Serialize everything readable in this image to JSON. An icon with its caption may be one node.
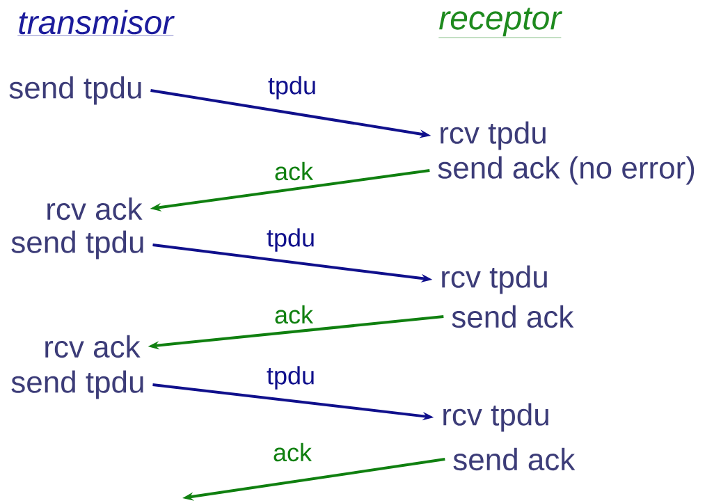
{
  "diagram": {
    "nodes": [
      {
        "text": [
          "send tpdu"
        ]
      },
      {
        "text": [
          "rcv tpdu"
        ]
      },
      {
        "text": [
          "send ack (no error)"
        ]
      },
      {
        "text": [
          "rcv ack"
        ]
      },
      {
        "text": [
          "send tpdu"
        ]
      },
      {
        "text": [
          "rcv tpdu"
        ]
      },
      {
        "text": [
          "send ack"
        ]
      },
      {
        "text": [
          "rcv ack"
        ]
      },
      {
        "text": [
          "send tpdu"
        ]
      },
      {
        "text": [
          "rcv tpdu"
        ]
      },
      {
        "text": [
          "send ack"
        ]
      }
    ],
    "edges": [
      {
        "from": 0,
        "to": 1,
        "arrow": "to",
        "label": "tpdu",
        "color": "#10108c"
      },
      {
        "from": 2,
        "to": 3,
        "arrow": "to",
        "label": "ack",
        "color": "#108010"
      },
      {
        "from": 4,
        "to": 5,
        "arrow": "to",
        "label": "tpdu",
        "color": "#10108c"
      },
      {
        "from": 6,
        "to": 7,
        "arrow": "to",
        "label": "ack",
        "color": "#108010"
      },
      {
        "from": 8,
        "to": 9,
        "arrow": "to",
        "label": "tpdu",
        "color": "#10108c"
      },
      {
        "from": 10,
        "to": null,
        "arrow": "to",
        "label": "ack",
        "color": "#108010"
      }
    ],
    "labels": [
      "transmisor",
      "receptor"
    ]
  }
}
